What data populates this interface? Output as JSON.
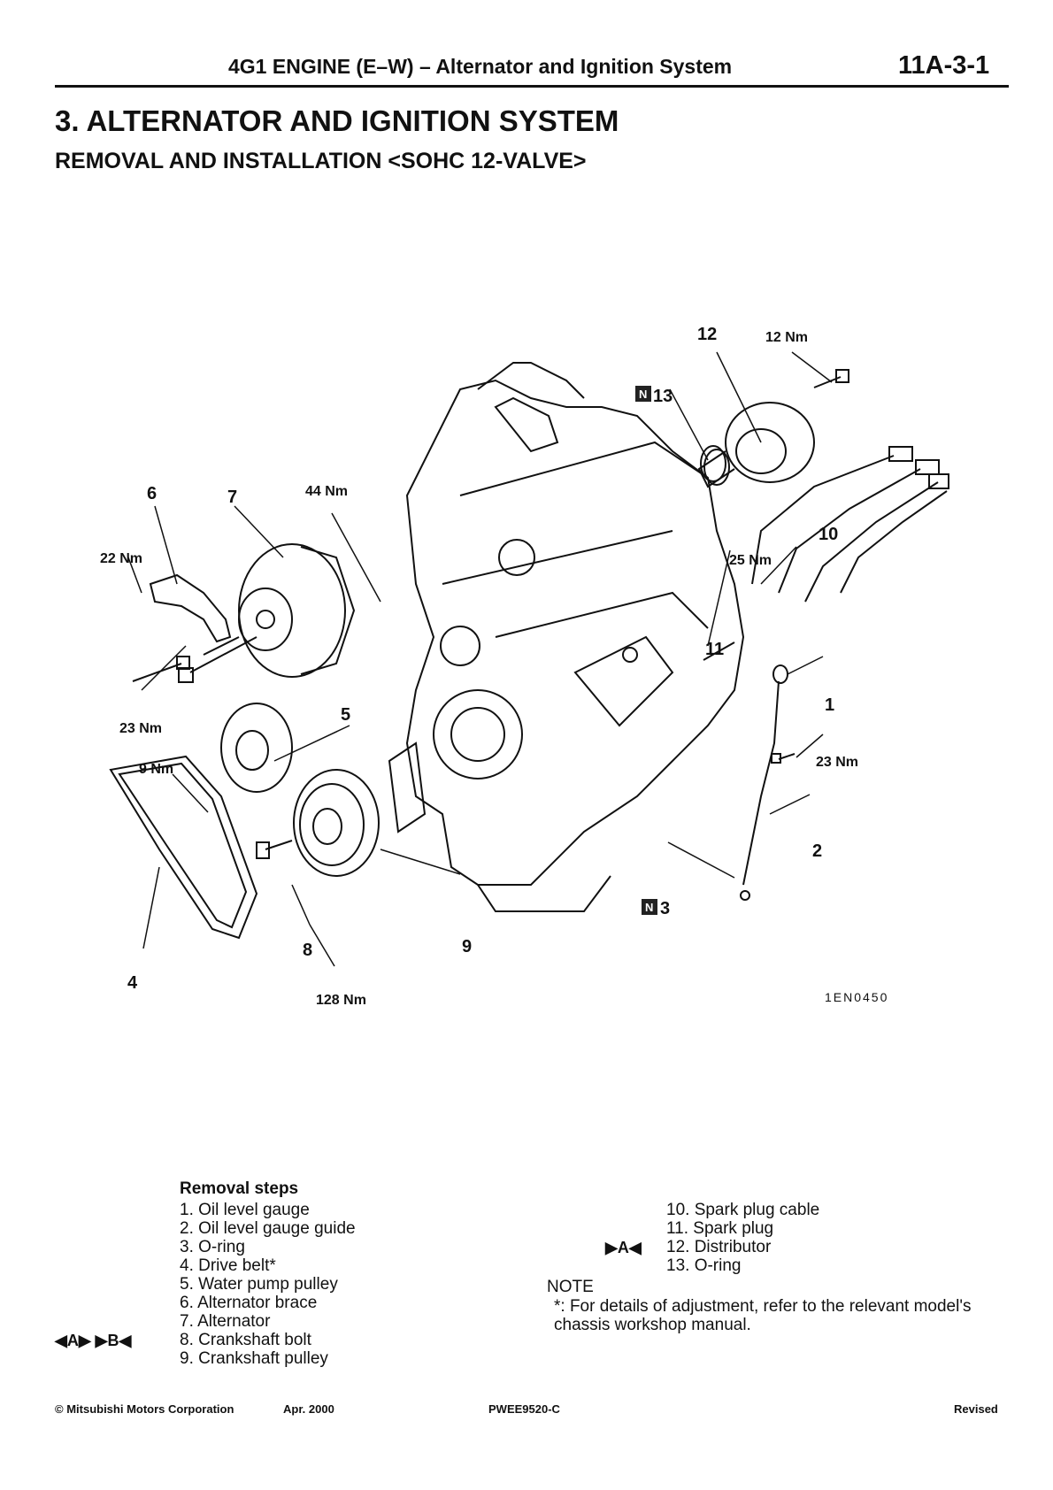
{
  "header": {
    "title": "4G1 ENGINE (E–W) – Alternator and Ignition System",
    "page_number": "11A-3-1"
  },
  "section_title": "3. ALTERNATOR AND IGNITION SYSTEM",
  "subsection_title": "REMOVAL AND INSTALLATION <SOHC 12-VALVE>",
  "diagram": {
    "part_labels": [
      "1",
      "2",
      "3",
      "4",
      "5",
      "6",
      "7",
      "8",
      "9",
      "10",
      "11",
      "12",
      "13"
    ],
    "new_part_badge": "N",
    "torque_labels": {
      "t12": "12 Nm",
      "t44": "44 Nm",
      "t22": "22 Nm",
      "t25": "25 Nm",
      "t23a": "23 Nm",
      "t23b": "23 Nm",
      "t9": "9 Nm",
      "t128": "128 Nm"
    },
    "figure_code": "1EN0450"
  },
  "removal_steps": {
    "heading": "Removal steps",
    "items": [
      "1. Oil level gauge",
      "2. Oil level gauge guide",
      "3. O-ring",
      "4. Drive belt*",
      "5. Water pump pulley",
      "6. Alternator brace",
      "7. Alternator",
      "8. Crankshaft bolt",
      "9. Crankshaft pulley",
      "10. Spark plug cable",
      "11. Spark plug",
      "12. Distributor",
      "13. O-ring"
    ],
    "markers": {
      "step8": "◀A▶ ▶B◀",
      "step12": "▶A◀"
    }
  },
  "note": {
    "heading": "NOTE",
    "text": "*: For details of adjustment, refer to the relevant model's chassis workshop manual."
  },
  "footer": {
    "copyright": "© Mitsubishi Motors Corporation",
    "date": "Apr. 2000",
    "doc_code": "PWEE9520-C",
    "status": "Revised"
  }
}
